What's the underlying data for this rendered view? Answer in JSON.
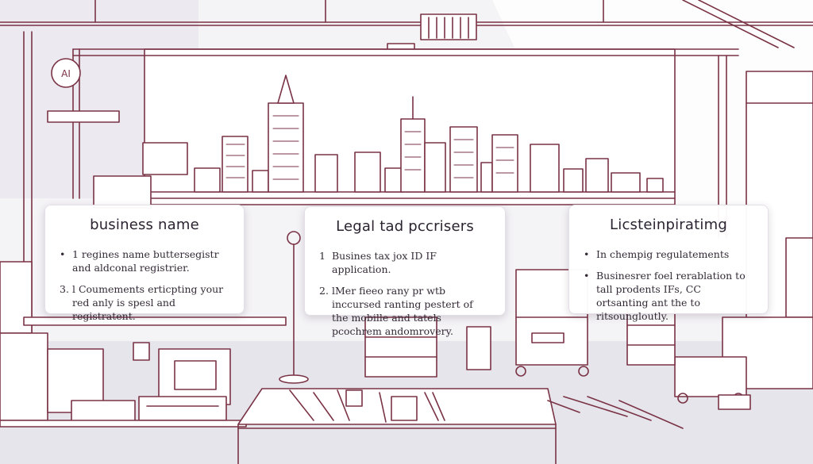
{
  "colors": {
    "line": "#7a3345",
    "background": "#f4f3f6",
    "shadow_floor": "#dcdbe4",
    "card": "#ffffff"
  },
  "wall_sign": {
    "text": "AI"
  },
  "cards": [
    {
      "title": "business name",
      "items": [
        {
          "marker": "•",
          "text": "1 regines name buttersegistr and aldconal registrier."
        },
        {
          "marker": "3.",
          "text": "l Coumements erticpting your red anly is spesl and registratent."
        }
      ]
    },
    {
      "title": "Legal tad pccrisers",
      "items": [
        {
          "marker": "1",
          "text": "Busines tax jox ID IF application."
        },
        {
          "marker": "2.",
          "text": "lMer fieeo rany pr wtb inccursed ranting pestert of the mobille and tatels pcochrem andomrovery."
        }
      ]
    },
    {
      "title": "Licsteinpiratimg",
      "items": [
        {
          "marker": "•",
          "text": "In chempig regulatements"
        },
        {
          "marker": "•",
          "text": "Businesrer foel rerablation to tall prodents IFs, CC ortsanting ant the to ritsoungloutly."
        }
      ]
    }
  ]
}
